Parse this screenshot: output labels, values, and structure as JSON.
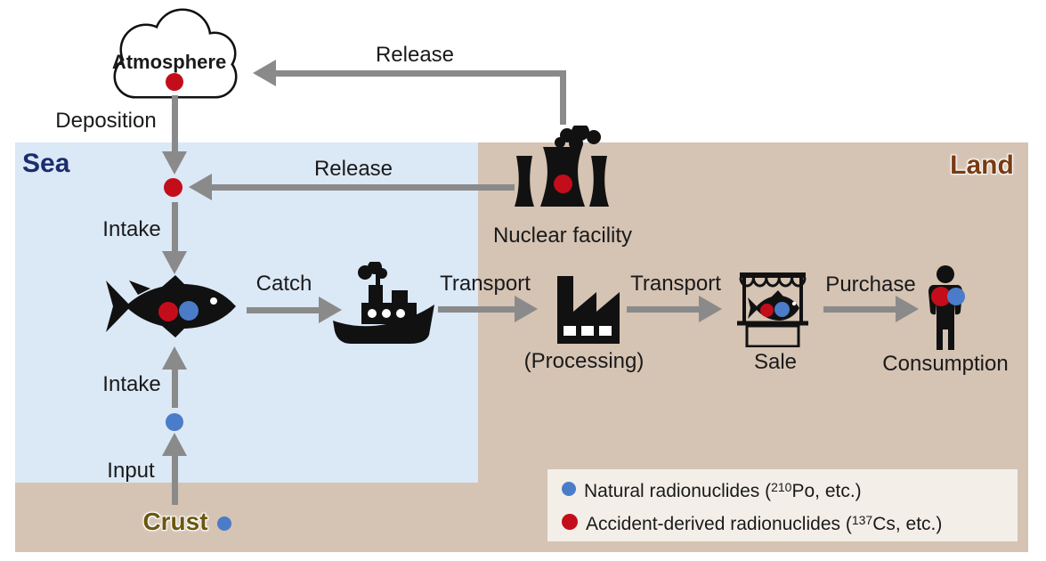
{
  "regions": {
    "sea": {
      "label": "Sea"
    },
    "land": {
      "label": "Land"
    },
    "crust": {
      "label": "Crust"
    }
  },
  "nodes": {
    "atmosphere": {
      "label": "Atmosphere"
    },
    "nuclear_facility": {
      "label": "Nuclear facility"
    },
    "processing": {
      "label": "(Processing)"
    },
    "sale": {
      "label": "Sale"
    },
    "consumption": {
      "label": "Consumption"
    }
  },
  "flows": {
    "release_top": {
      "label": "Release"
    },
    "release_sea": {
      "label": "Release"
    },
    "deposition": {
      "label": "Deposition"
    },
    "intake_upper": {
      "label": "Intake"
    },
    "intake_lower": {
      "label": "Intake"
    },
    "input": {
      "label": "Input"
    },
    "catch": {
      "label": "Catch"
    },
    "transport_processing": {
      "label": "Transport"
    },
    "transport_sale": {
      "label": "Transport"
    },
    "purchase": {
      "label": "Purchase"
    }
  },
  "legend": {
    "natural": {
      "pre": "Natural radionuclides (",
      "sup": "210",
      "post": "Po, etc.)"
    },
    "accident": {
      "pre": "Accident-derived radionuclides (",
      "sup": "137",
      "post": "Cs, etc.)"
    }
  },
  "colors": {
    "sea_bg": "#dbe8f6",
    "land_bg": "#d5c3b3",
    "legend_bg": "#f3efe8",
    "arrow_gray": "#8a8a8a",
    "natural_blue": "#4b7cc9",
    "accident_red": "#c40d1b",
    "sea_label_text": "#1b2d6e",
    "land_label_text": "#7a3b11",
    "crust_label_text": "#6b570f",
    "icon_black": "#111111"
  }
}
